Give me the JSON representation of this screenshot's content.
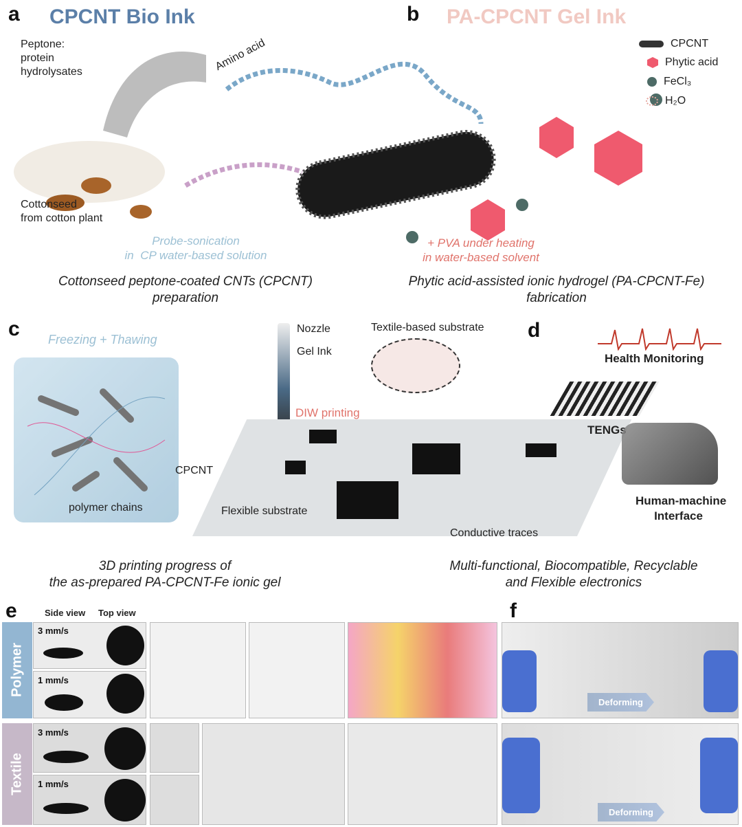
{
  "panels": {
    "a": "a",
    "b": "b",
    "c": "c",
    "d": "d",
    "e": "e",
    "f": "f"
  },
  "titles": {
    "bio_ink": "CPCNT Bio Ink",
    "gel_ink": "PA-CPCNT Gel Ink"
  },
  "colors": {
    "bio_ink": "#5b7fa8",
    "gel_ink": "#f1c9c2",
    "process_blue": "#9cc0d4",
    "process_red": "#e0736b",
    "polymer_band": "#93b6d2",
    "textile_band": "#c6b8c8"
  },
  "panel_a": {
    "peptone": "Peptone:\nprotein\nhydrolysates",
    "amino_acid": "Amino acid",
    "cottonseed": "Cottonseed\nfrom cotton plant",
    "process": "Probe-sonication\nin  CP water-based solution",
    "caption": "Cottonseed peptone-coated CNTs (CPCNT)\npreparation"
  },
  "panel_b": {
    "legend": [
      {
        "icon": "cpcnt-icon",
        "label": "CPCNT"
      },
      {
        "icon": "phytic-acid-icon",
        "label": "Phytic acid"
      },
      {
        "icon": "fecl3-icon",
        "label": "FeCl₃"
      },
      {
        "icon": "water-icon",
        "label": "H₂O"
      }
    ],
    "process": "+ PVA under heating\nin water-based solvent",
    "caption": "Phytic acid-assisted ionic hydrogel (PA-CPCNT-Fe)\nfabrication"
  },
  "panel_c": {
    "freezing": "Freezing + Thawing",
    "nozzle": "Nozzle",
    "gel_ink": "Gel Ink",
    "textile_substrate": "Textile-based substrate",
    "diw": "DIW printing",
    "cpcnt": "CPCNT",
    "polymer_chains": "polymer chains",
    "flexible_substrate": "Flexible substrate",
    "conductive_traces": "Conductive traces",
    "caption": "3D printing progress of\nthe as-prepared PA-CPCNT-Fe ionic gel"
  },
  "panel_d": {
    "health": "Health Monitoring",
    "tengs": "TENGs",
    "hmi": "Human-machine\nInterface",
    "caption": "Multi-functional, Biocompatible, Recyclable\nand Flexible electronics"
  },
  "panel_e": {
    "side_view": "Side view",
    "top_view": "Top view",
    "polymer": "Polymer",
    "textile": "Textile",
    "speed_fast": "3 mm/s",
    "speed_slow": "1 mm/s"
  },
  "panel_f": {
    "deforming": "Deforming"
  }
}
